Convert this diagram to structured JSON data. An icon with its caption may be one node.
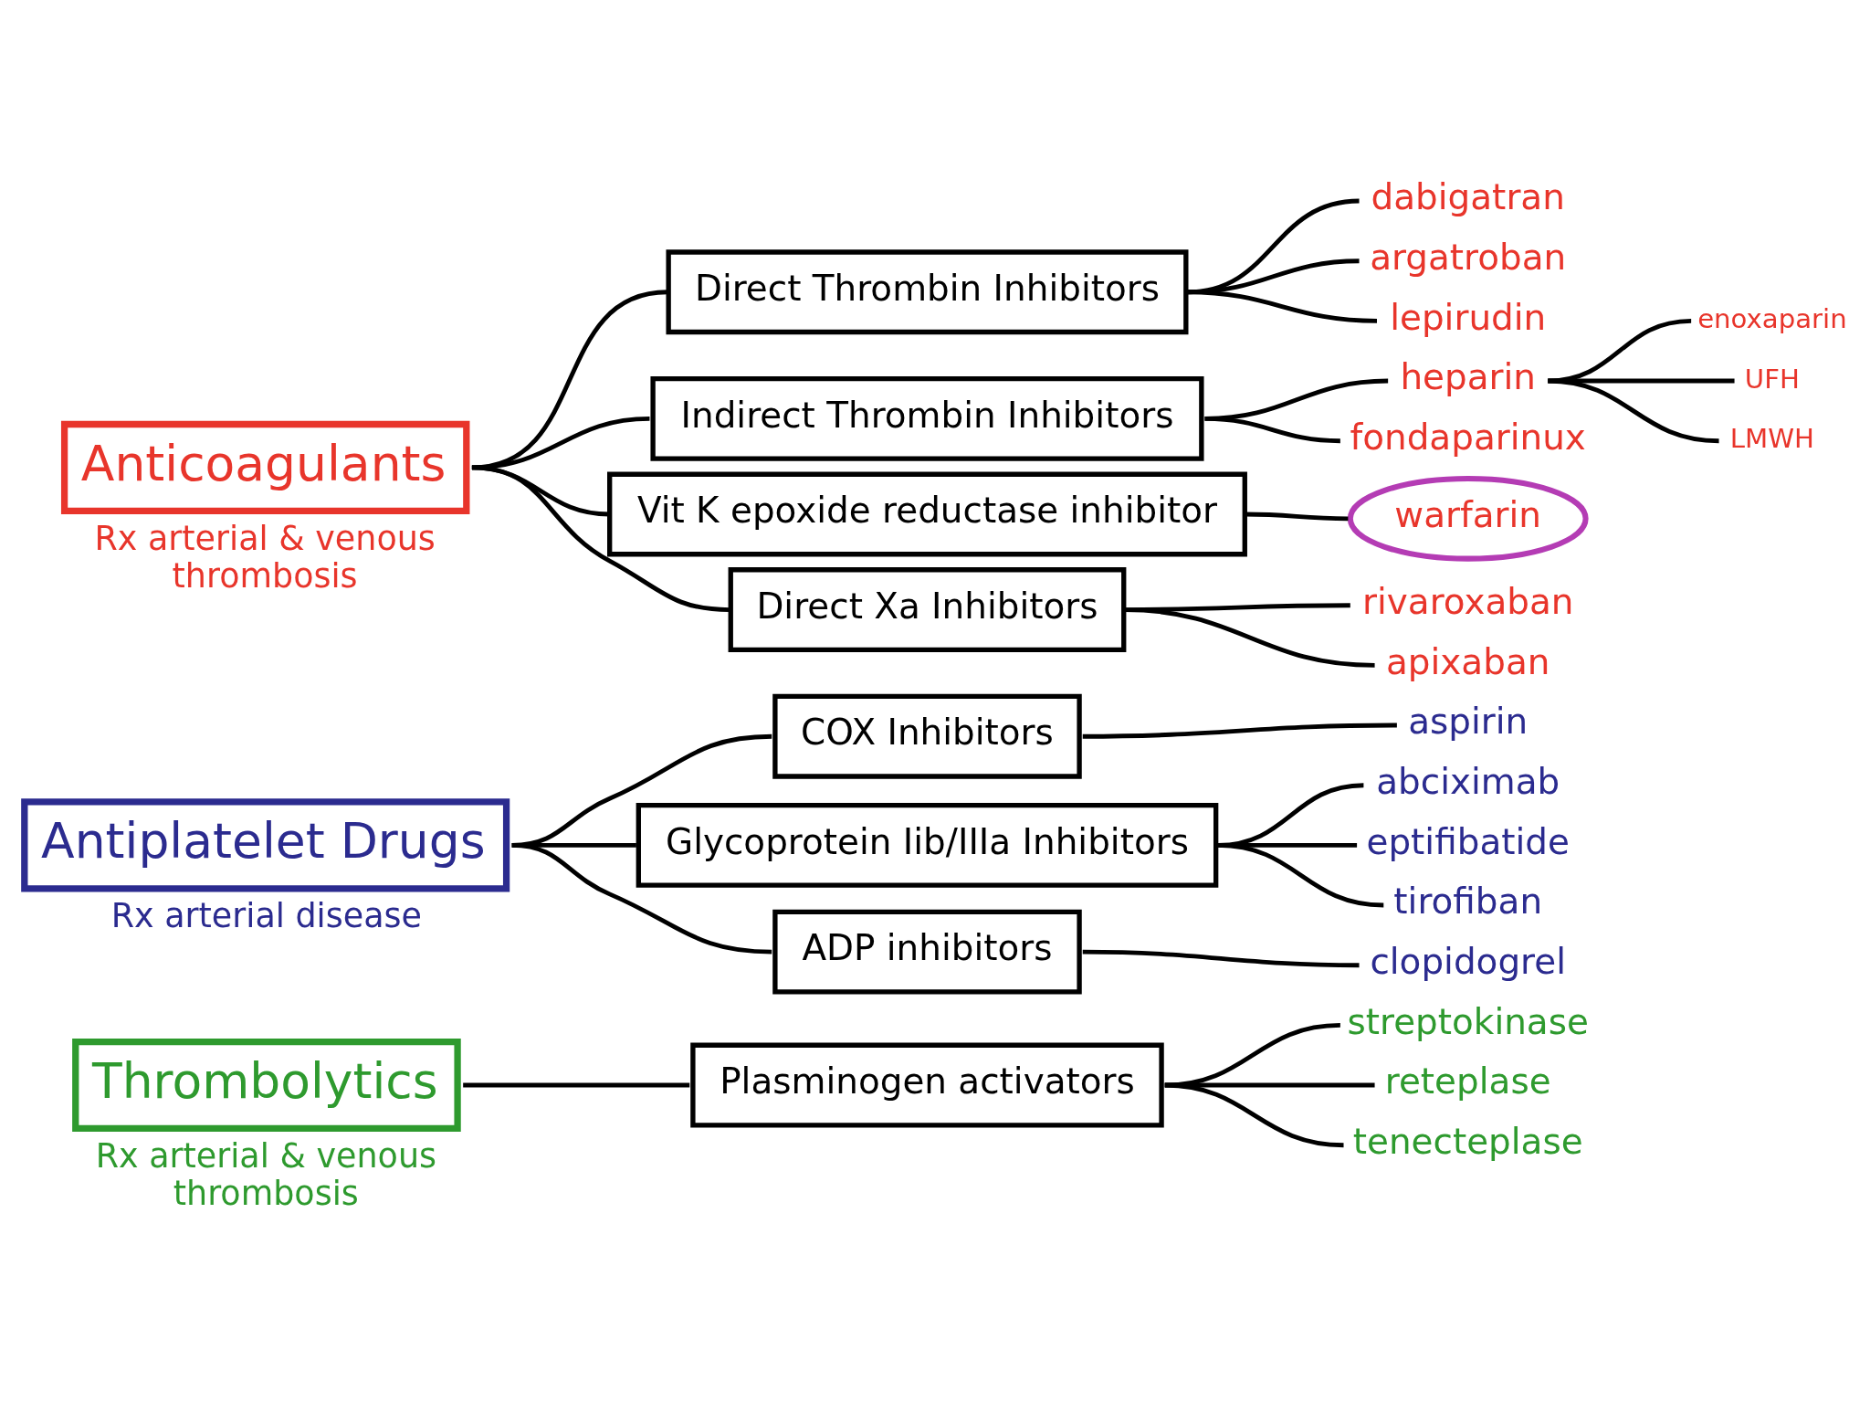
{
  "diagram": {
    "nodes": [
      {
        "text": [
          "Anticoagulants"
        ],
        "beside": [
          "Rx arterial & venous thrombosis"
        ]
      },
      {
        "text": [
          "Direct Thrombin Inhibitors"
        ]
      },
      {
        "text": [
          "dabigatran"
        ]
      },
      {
        "text": [
          "argatroban"
        ]
      },
      {
        "text": [
          "lepirudin"
        ]
      },
      {
        "text": [
          "Indirect Thrombin Inhibitors"
        ]
      },
      {
        "text": [
          "heparin"
        ]
      },
      {
        "text": [
          "enoxaparin"
        ]
      },
      {
        "text": [
          "UFH"
        ]
      },
      {
        "text": [
          "LMWH"
        ]
      },
      {
        "text": [
          "fondaparinux"
        ]
      },
      {
        "text": [
          "Vit K epoxide reductase inhibitor"
        ]
      },
      {
        "text": [
          "warfarin"
        ]
      },
      {
        "text": [
          "Direct Xa Inhibitors"
        ]
      },
      {
        "text": [
          "rivaroxaban"
        ]
      },
      {
        "text": [
          "apixaban"
        ]
      },
      {
        "text": [
          "Antiplatelet Drugs"
        ],
        "beside": [
          "Rx arterial disease"
        ]
      },
      {
        "text": [
          "COX Inhibitors"
        ]
      },
      {
        "text": [
          "aspirin"
        ]
      },
      {
        "text": [
          "Glycoprotein Iib/IIIa Inhibitors"
        ]
      },
      {
        "text": [
          "abciximab"
        ]
      },
      {
        "text": [
          "eptifibatide"
        ]
      },
      {
        "text": [
          "tirofiban"
        ]
      },
      {
        "text": [
          "ADP inhibitors"
        ]
      },
      {
        "text": [
          "clopidogrel"
        ]
      },
      {
        "text": [
          "Thrombolytics"
        ],
        "beside": [
          "Rx arterial & venous thrombosis"
        ]
      },
      {
        "text": [
          "Plasminogen activators"
        ]
      },
      {
        "text": [
          "streptokinase"
        ]
      },
      {
        "text": [
          "reteplase"
        ]
      },
      {
        "text": [
          "tenecteplase"
        ]
      }
    ],
    "edges": [
      {
        "from": 0,
        "to": 1,
        "arrow": "none"
      },
      {
        "from": 0,
        "to": 5,
        "arrow": "none"
      },
      {
        "from": 0,
        "to": 11,
        "arrow": "none"
      },
      {
        "from": 0,
        "to": 13,
        "arrow": "none"
      },
      {
        "from": 1,
        "to": 2,
        "arrow": "none"
      },
      {
        "from": 1,
        "to": 3,
        "arrow": "none"
      },
      {
        "from": 1,
        "to": 4,
        "arrow": "none"
      },
      {
        "from": 5,
        "to": 6,
        "arrow": "none"
      },
      {
        "from": 5,
        "to": 10,
        "arrow": "none"
      },
      {
        "from": 6,
        "to": 7,
        "arrow": "none"
      },
      {
        "from": 6,
        "to": 8,
        "arrow": "none"
      },
      {
        "from": 6,
        "to": 9,
        "arrow": "none"
      },
      {
        "from": 11,
        "to": 12,
        "arrow": "none"
      },
      {
        "from": 13,
        "to": 14,
        "arrow": "none"
      },
      {
        "from": 13,
        "to": 15,
        "arrow": "none"
      },
      {
        "from": 16,
        "to": 17,
        "arrow": "none"
      },
      {
        "from": 16,
        "to": 19,
        "arrow": "none"
      },
      {
        "from": 16,
        "to": 23,
        "arrow": "none"
      },
      {
        "from": 17,
        "to": 18,
        "arrow": "none"
      },
      {
        "from": 19,
        "to": 20,
        "arrow": "none"
      },
      {
        "from": 19,
        "to": 21,
        "arrow": "none"
      },
      {
        "from": 19,
        "to": 22,
        "arrow": "none"
      },
      {
        "from": 23,
        "to": 24,
        "arrow": "none"
      },
      {
        "from": 25,
        "to": 26,
        "arrow": "none"
      },
      {
        "from": 26,
        "to": 27,
        "arrow": "none"
      },
      {
        "from": 26,
        "to": 28,
        "arrow": "none"
      },
      {
        "from": 26,
        "to": 29,
        "arrow": "none"
      }
    ]
  }
}
